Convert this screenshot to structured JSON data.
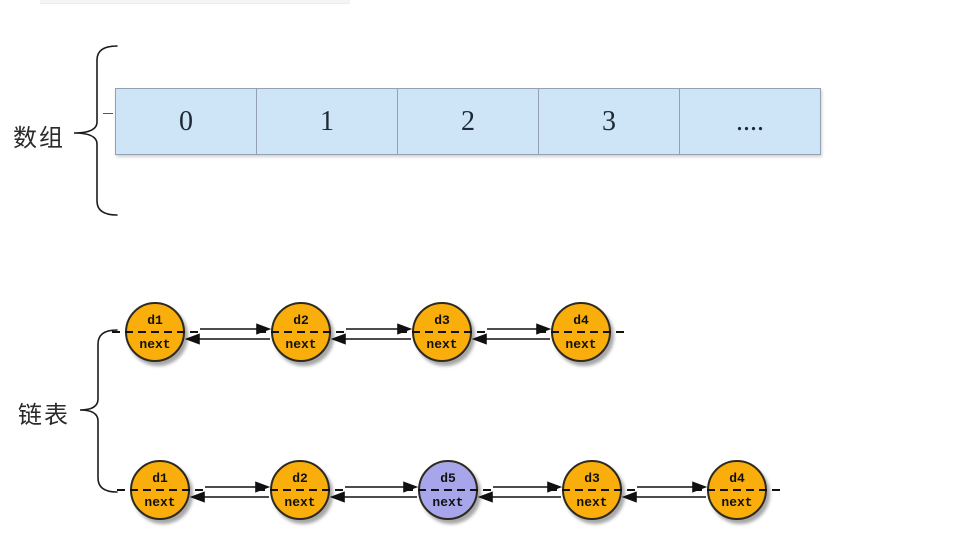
{
  "array_section": {
    "label": "数组",
    "cells": [
      "0",
      "1",
      "2",
      "3",
      "...."
    ]
  },
  "linked_list_section": {
    "label": "链表",
    "row1": {
      "nodes": [
        {
          "title": "d1",
          "subtitle": "next"
        },
        {
          "title": "d2",
          "subtitle": "next"
        },
        {
          "title": "d3",
          "subtitle": "next"
        },
        {
          "title": "d4",
          "subtitle": "next"
        }
      ]
    },
    "row2": {
      "nodes": [
        {
          "title": "d1",
          "subtitle": "next"
        },
        {
          "title": "d2",
          "subtitle": "next"
        },
        {
          "title": "d5",
          "subtitle": "next",
          "highlight": true
        },
        {
          "title": "d3",
          "subtitle": "next"
        },
        {
          "title": "d4",
          "subtitle": "next"
        }
      ]
    }
  },
  "colors": {
    "node_orange": "#f9ae0b",
    "node_purple": "#a8a6ea",
    "cell_blue": "#cee4f7",
    "cell_border": "#93a1b3",
    "line": "#1c1c1c"
  }
}
